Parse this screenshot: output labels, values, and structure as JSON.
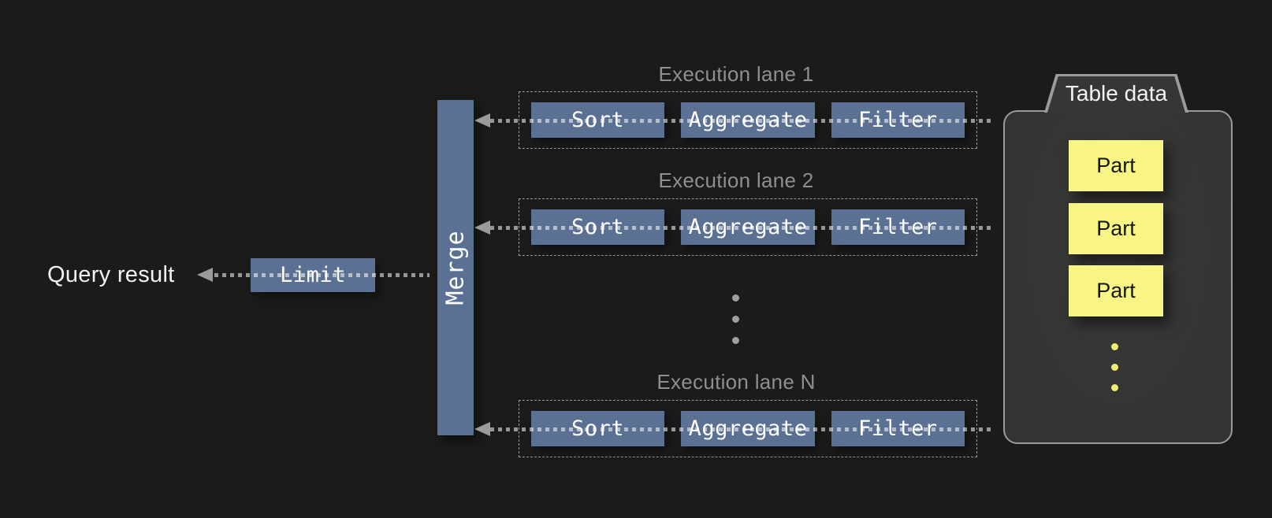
{
  "diagram": {
    "query_result_label": "Query result",
    "limit_label": "Limit",
    "merge_label": "Merge",
    "lanes": [
      {
        "title": "Execution lane 1",
        "operators": [
          "Sort",
          "Aggregate",
          "Filter"
        ]
      },
      {
        "title": "Execution lane 2",
        "operators": [
          "Sort",
          "Aggregate",
          "Filter"
        ]
      },
      {
        "title": "Execution lane N",
        "operators": [
          "Sort",
          "Aggregate",
          "Filter"
        ]
      }
    ],
    "table_data": {
      "title": "Table data",
      "parts": [
        "Part",
        "Part",
        "Part"
      ]
    },
    "colors": {
      "background": "#1b1b1a",
      "operator_blue": "#5b7194",
      "part_yellow": "#f8f585",
      "panel_fill": "#353534",
      "panel_border": "#9b9b9b",
      "connector_grey": "#9b9b9b",
      "lane_title_grey": "#8f8f8f"
    }
  }
}
